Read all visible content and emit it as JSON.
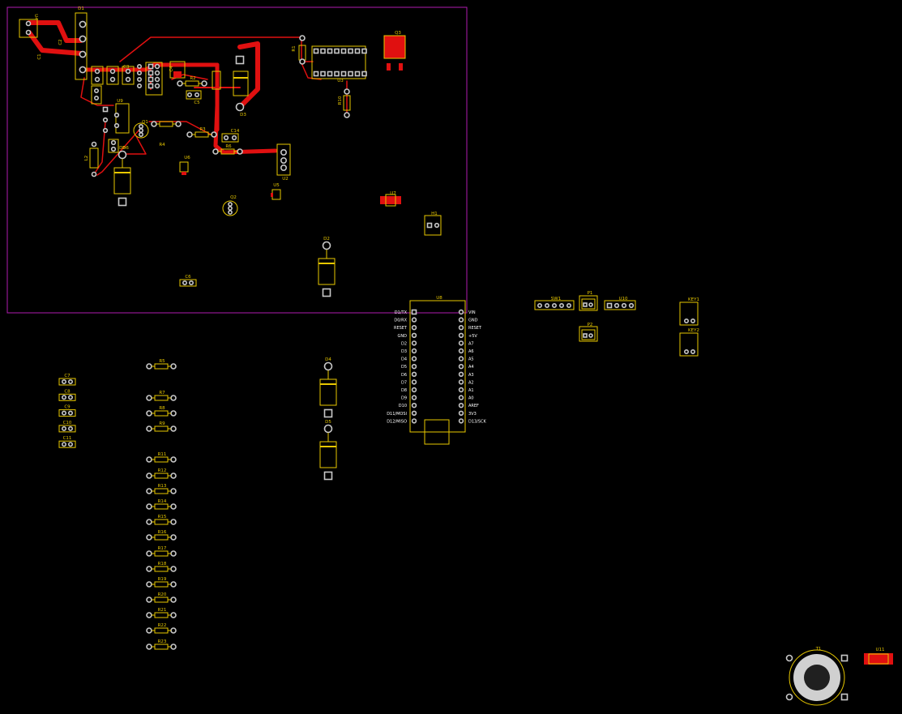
{
  "board": {
    "outline_color": "#b01cb0",
    "silk_color": "#e8c800",
    "copper_color": "#e01010",
    "pad_color": "#c8c8c8",
    "background": "#000000"
  },
  "labels": {
    "U4": "U4",
    "D1": "D1",
    "C1": "C1",
    "C2": "C2",
    "R1": "R1",
    "U3": "U3",
    "Q3": "Q3",
    "R10": "R10",
    "C3": "C3",
    "C4": "C4",
    "R2": "R2",
    "C5": "C5",
    "D3": "D3",
    "U9": "U9",
    "Q1": "Q1",
    "R3": "R3",
    "C14": "C14",
    "R4": "R4",
    "R6": "R6",
    "U2": "U2",
    "L2": "L2",
    "D6": "D6",
    "U6": "U6",
    "U5": "U5",
    "Q2": "Q2",
    "U7": "U7",
    "H1": "H1",
    "D2": "D2",
    "C6": "C6",
    "U8": "U8",
    "SW1": "SW1",
    "P1": "P1",
    "U10": "U10",
    "P2": "P2",
    "KEY1": "KEY1",
    "KEY2": "KEY2",
    "D4": "D4",
    "D5": "D5",
    "T1": "T1",
    "U11": "U11"
  },
  "caps_free": [
    "C7",
    "C8",
    "C9",
    "C10",
    "C11"
  ],
  "resistors_free": [
    "R5",
    "R7",
    "R8",
    "R9",
    "R11",
    "R12",
    "R13",
    "R14",
    "R15",
    "R16",
    "R17",
    "R18",
    "R19",
    "R20",
    "R21",
    "R22",
    "R23"
  ],
  "u8_left_pins": [
    "D1/TX",
    "D0/RX",
    "RESET",
    "GND",
    "D2",
    "D3",
    "D4",
    "D5",
    "D6",
    "D7",
    "D8",
    "D9",
    "D10",
    "D11/MOSI",
    "D12/MISO"
  ],
  "u8_right_pins": [
    "VIN",
    "GND",
    "RESET",
    "+5V",
    "A7",
    "A6",
    "A5",
    "A4",
    "A3",
    "A2",
    "A1",
    "A0",
    "AREF",
    "3V3",
    "D13/SCK"
  ]
}
